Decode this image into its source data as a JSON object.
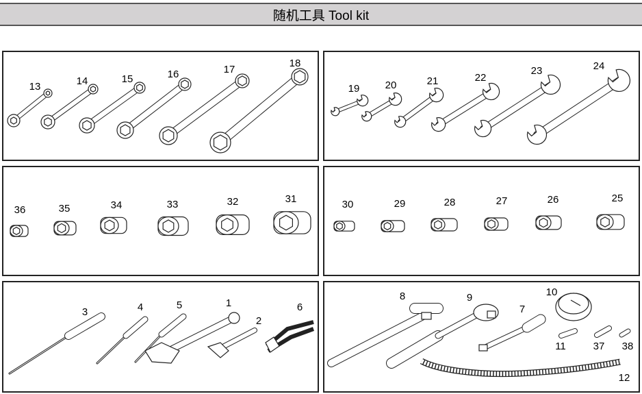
{
  "header": {
    "title": "随机工具  Tool kit"
  },
  "panels": [
    {
      "name": "ring-wrenches",
      "labels": [
        "13",
        "14",
        "15",
        "16",
        "17",
        "18"
      ]
    },
    {
      "name": "open-end-wrenches",
      "labels": [
        "19",
        "20",
        "21",
        "22",
        "23",
        "24"
      ]
    },
    {
      "name": "sockets-large",
      "labels": [
        "36",
        "35",
        "34",
        "33",
        "32",
        "31"
      ]
    },
    {
      "name": "sockets-deep",
      "labels": [
        "30",
        "29",
        "28",
        "27",
        "26",
        "25"
      ]
    },
    {
      "name": "hand-tools",
      "labels": [
        "3",
        "4",
        "5",
        "1",
        "2",
        "6"
      ]
    },
    {
      "name": "drive-tools-and-gauge",
      "labels": [
        "8",
        "9",
        "7",
        "10",
        "11",
        "37",
        "38",
        "12"
      ]
    }
  ]
}
